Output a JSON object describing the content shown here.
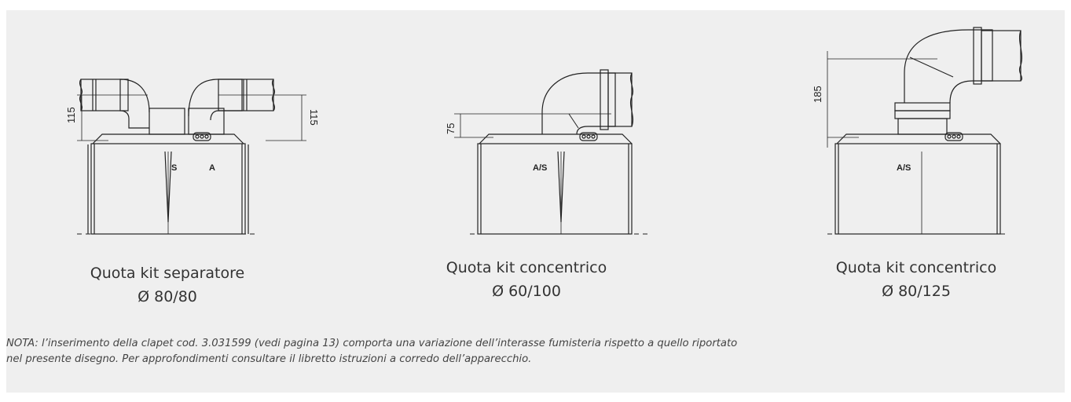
{
  "figures": [
    {
      "dimension": "115",
      "dimension_right": "115",
      "labels": [
        "S",
        "A"
      ],
      "caption_line1": "Quota kit separatore",
      "caption_line2": "Ø 80/80"
    },
    {
      "dimension": "75",
      "labels": [
        "A/S"
      ],
      "caption_line1": "Quota kit concentrico",
      "caption_line2": "Ø 60/100"
    },
    {
      "dimension": "185",
      "labels": [
        "A/S"
      ],
      "caption_line1": "Quota kit concentrico",
      "caption_line2": "Ø 80/125"
    }
  ],
  "note": {
    "line1": "NOTA: l’inserimento della clapet  cod. 3.031599 (vedi pagina 13) comporta una variazione dell’interasse fumisteria rispetto a quello riportato",
    "line2": "nel presente disegno. Per approfondimenti consultare il libretto istruzioni a corredo dell’apparecchio."
  },
  "colors": {
    "panel": "#efefef",
    "line": "#222222",
    "text": "#333333"
  }
}
